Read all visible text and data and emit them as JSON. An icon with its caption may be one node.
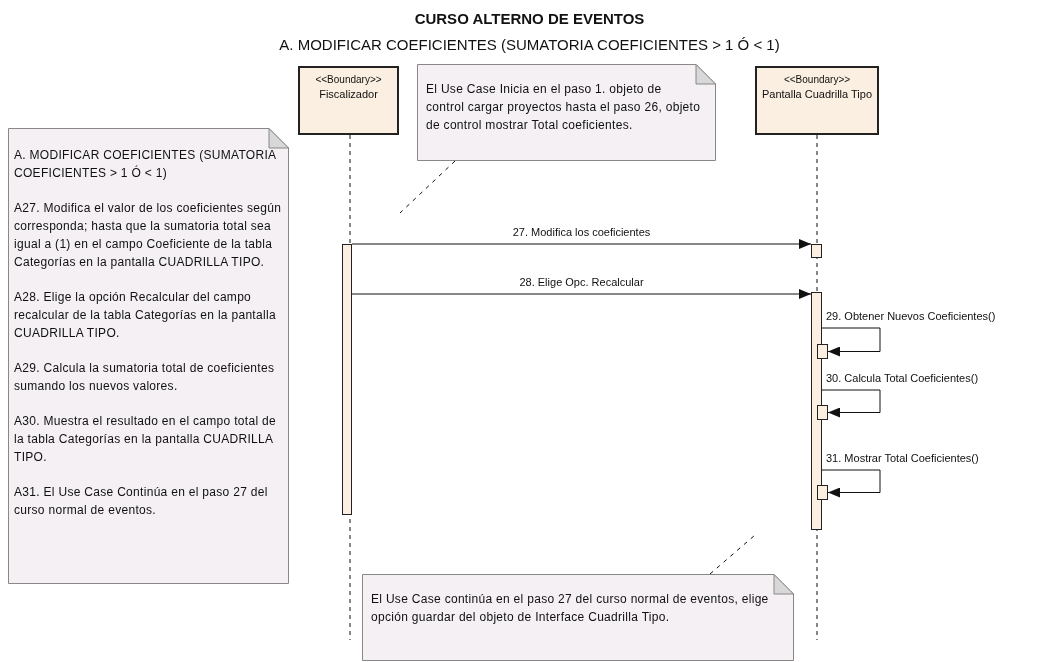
{
  "diagram": {
    "title": "CURSO ALTERNO DE EVENTOS",
    "caption": "A. MODIFICAR COEFICIENTES (SUMATORIA COEFICIENTES > 1 Ó < 1)",
    "nodes": [
      {
        "text": [
          "<<Boundary>>",
          "Fiscalizador"
        ]
      },
      {
        "text": [
          "<<Boundary>>",
          "Pantalla Cuadrilla Tipo"
        ]
      },
      {
        "text": [
          "A. MODIFICAR COEFICIENTES (SUMATORIA COEFICIENTES > 1 Ó < 1)",
          "A27. Modifica el valor de los coeficientes según corresponda; hasta que la sumatoria total sea igual a (1) en el campo Coeficiente de la tabla Categorías en la pantalla CUADRILLA TIPO.",
          "A28. Elige la opción Recalcular  del campo recalcular de la tabla Categorías en la pantalla CUADRILLA TIPO.",
          "A29. Calcula la sumatoria total de coeficientes sumando los nuevos valores.",
          "A30. Muestra el resultado en el campo total de la tabla Categorías en la pantalla CUADRILLA TIPO.",
          "A31. El Use Case Continúa en el paso 27 del curso normal de eventos."
        ]
      },
      {
        "text": [
          "El Use Case Inicia en el paso 1. objeto de control cargar proyectos hasta el paso 26, objeto de control mostrar Total coeficientes."
        ]
      },
      {
        "text": [
          "El Use Case continúa en el paso 27 del curso normal de eventos, elige opción guardar del objeto de Interface Cuadrilla Tipo."
        ]
      },
      {
        "text": [],
        "shape": "bar"
      },
      {
        "text": [],
        "shape": "bar"
      },
      {
        "text": [],
        "shape": "bar"
      },
      {
        "text": [],
        "shape": "bar"
      },
      {
        "text": [],
        "shape": "bar"
      },
      {
        "text": [],
        "shape": "bar"
      }
    ],
    "edges": [
      {
        "from": 5,
        "to": 6,
        "arrow": "to",
        "label": "27. Modifica los coeficientes"
      },
      {
        "from": 5,
        "to": 7,
        "arrow": "to",
        "label": "28. Elige Opc. Recalcular"
      },
      {
        "from": 7,
        "to": 8,
        "arrow": "to",
        "label": "29. Obtener Nuevos Coeficientes()"
      },
      {
        "from": 7,
        "to": 9,
        "arrow": "to",
        "label": "30. Calcula Total Coeficientes()"
      },
      {
        "from": 7,
        "to": 10,
        "arrow": "to",
        "label": "31. Mostrar Total Coeficientes()"
      },
      {
        "from": 3,
        "to": null,
        "arrow": "none",
        "style": "dashed"
      },
      {
        "from": 4,
        "to": null,
        "arrow": "none",
        "style": "dashed"
      }
    ]
  }
}
